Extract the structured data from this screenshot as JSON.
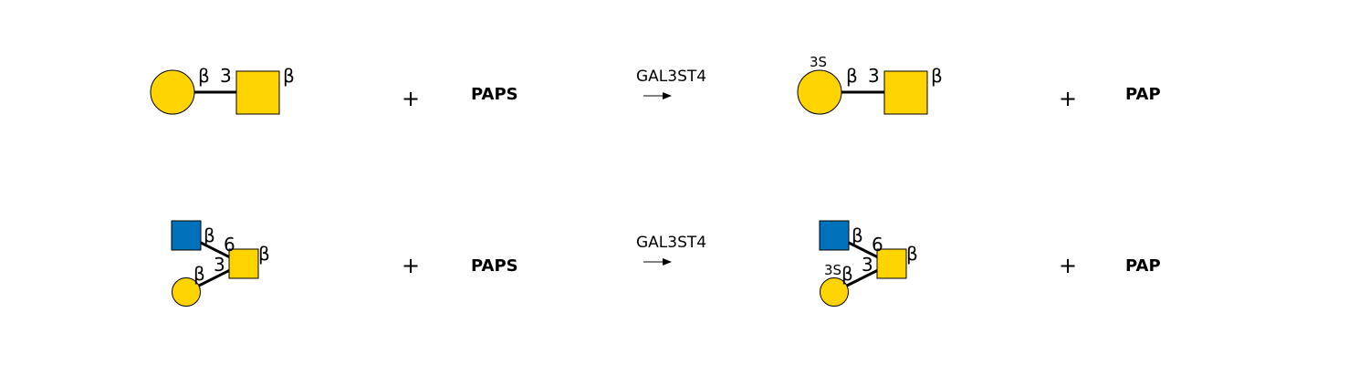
{
  "colors": {
    "galactose": "#FFD400",
    "galnac": "#FFD400",
    "glcnac": "#0072BC",
    "stroke": "#000000"
  },
  "reactions": [
    {
      "substrate": {
        "link_anomer_left": "β",
        "link_position": "3",
        "reducing_anomer": "β"
      },
      "plus1": "+",
      "cosubstrate": "PAPS",
      "enzyme": "GAL3ST4",
      "product": {
        "sulfation": "3S",
        "link_anomer_left": "β",
        "link_position": "3",
        "reducing_anomer": "β"
      },
      "plus2": "+",
      "coproduct": "PAP"
    },
    {
      "substrate": {
        "glcnac_anomer": "β",
        "glcnac_position": "6",
        "gal_anomer": "β",
        "gal_position": "3",
        "reducing_anomer": "β"
      },
      "plus1": "+",
      "cosubstrate": "PAPS",
      "enzyme": "GAL3ST4",
      "product": {
        "glcnac_anomer": "β",
        "glcnac_position": "6",
        "sulfation": "3S",
        "gal_anomer": "β",
        "gal_position": "3",
        "reducing_anomer": "β"
      },
      "plus2": "+",
      "coproduct": "PAP"
    }
  ]
}
